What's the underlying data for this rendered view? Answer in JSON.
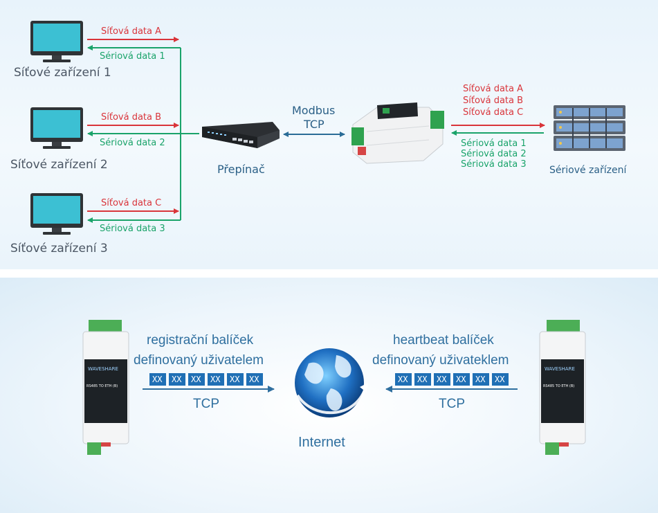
{
  "top": {
    "clients": [
      {
        "name": "Síťové zařízení 1",
        "net_data": "Síťová data A",
        "serial_data": "Sériová data 1"
      },
      {
        "name": "Síťové zařízení 2",
        "net_data": "Síťová data B",
        "serial_data": "Sériová data 2"
      },
      {
        "name": "Síťové zařízení 3",
        "net_data": "Síťová data C",
        "serial_data": "Sériová data 3"
      }
    ],
    "switch_label": "Přepínač",
    "protocol_line1": "Modbus",
    "protocol_line2": "TCP",
    "right_net_data": [
      "Síťová data A",
      "Síťová data B",
      "Síťová data C"
    ],
    "right_serial_data": [
      "Sériová data 1",
      "Sériová data 2",
      "Sériová data 3"
    ],
    "serial_device_label": "Sériové zařízení"
  },
  "bottom": {
    "left_line1": "registrační balíček",
    "left_line2": "definovaný uživatelem",
    "right_line1": "heartbeat balíček",
    "right_line2": "definovaný uživateklem",
    "packets": [
      "XX",
      "XX",
      "XX",
      "XX",
      "XX",
      "XX"
    ],
    "left_protocol": "TCP",
    "right_protocol": "TCP",
    "internet_label": "Internet",
    "device_brand": "WAVESHARE",
    "device_model": "RS485 TO ETH (B)"
  },
  "colors": {
    "net_data": "#d9343a",
    "serial_data": "#1aa36a",
    "modbus_arrow": "#2a6c97",
    "packet_box": "#1f6fb5",
    "screen": "#3cc0d3"
  }
}
